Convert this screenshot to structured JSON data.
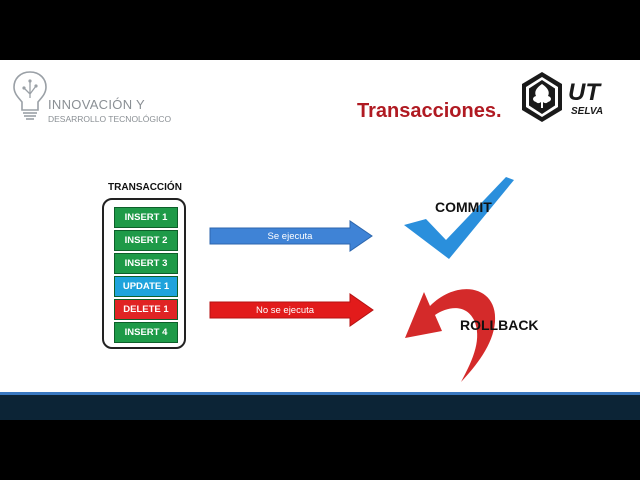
{
  "header": {
    "org_title": "INNOVACIÓN Y",
    "org_subtitle": "DESARROLLO TECNOLÓGICO",
    "slide_title": "Transacciones.",
    "logo_text_top": "UT",
    "logo_text_bottom": "SELVA"
  },
  "transaction": {
    "label": "TRANSACCIÓN",
    "operations": [
      {
        "label": "INSERT 1",
        "color": "#1e9a48"
      },
      {
        "label": "INSERT 2",
        "color": "#1e9a48"
      },
      {
        "label": "INSERT 3",
        "color": "#1e9a48"
      },
      {
        "label": "UPDATE 1",
        "color": "#1ea3dc"
      },
      {
        "label": "DELETE 1",
        "color": "#e02424"
      },
      {
        "label": "INSERT 4",
        "color": "#1e9a48"
      }
    ]
  },
  "flows": {
    "executes_label": "Se ejecuta",
    "not_executes_label": "No se ejecuta",
    "commit_label": "COMMIT",
    "rollback_label": "ROLLBACK"
  },
  "colors": {
    "title_red": "#b01a22",
    "arrow_blue": "#3f83d6",
    "arrow_red": "#e21b1b",
    "check_blue": "#2a8fdc",
    "rollback_red": "#d42a2a",
    "footer": "#0c2436"
  }
}
